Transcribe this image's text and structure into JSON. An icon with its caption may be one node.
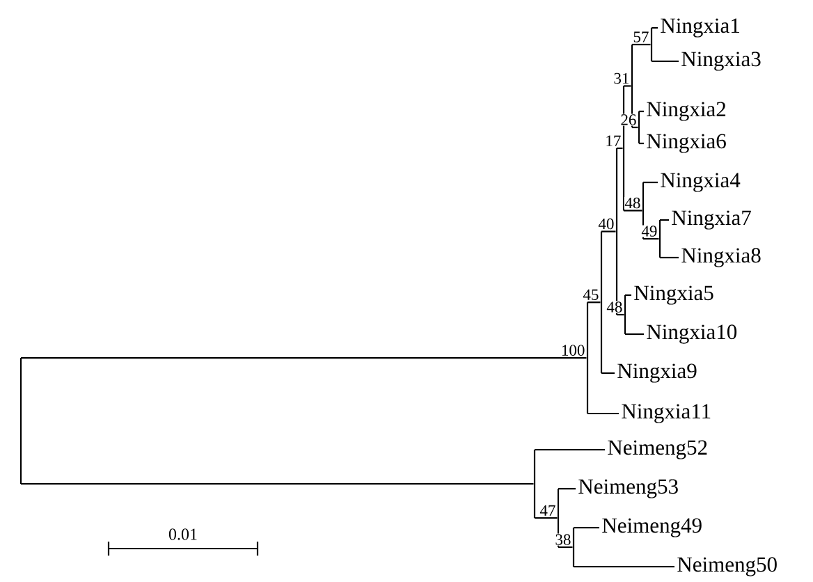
{
  "diagram": {
    "nodes": [
      {
        "text": [],
        "shape": "bar"
      },
      {
        "text": [],
        "shape": "bar",
        "beside": [
          "100"
        ]
      },
      {
        "text": [],
        "shape": "bar",
        "beside": [
          "45"
        ]
      },
      {
        "text": [],
        "shape": "bar",
        "beside": [
          "40"
        ]
      },
      {
        "text": [],
        "shape": "bar",
        "beside": [
          "17"
        ]
      },
      {
        "text": [],
        "shape": "bar",
        "beside": [
          "31"
        ]
      },
      {
        "text": [],
        "shape": "bar",
        "beside": [
          "57"
        ]
      },
      {
        "text": [
          "Ningxia1"
        ]
      },
      {
        "text": [
          "Ningxia3"
        ]
      },
      {
        "text": [],
        "shape": "bar",
        "beside": [
          "26"
        ]
      },
      {
        "text": [
          "Ningxia2"
        ]
      },
      {
        "text": [
          "Ningxia6"
        ]
      },
      {
        "text": [],
        "shape": "bar",
        "beside": [
          "48"
        ]
      },
      {
        "text": [
          "Ningxia4"
        ]
      },
      {
        "text": [],
        "shape": "bar",
        "beside": [
          "49"
        ]
      },
      {
        "text": [
          "Ningxia7"
        ]
      },
      {
        "text": [
          "Ningxia8"
        ]
      },
      {
        "text": [],
        "shape": "bar",
        "beside": [
          "48"
        ]
      },
      {
        "text": [
          "Ningxia5"
        ]
      },
      {
        "text": [
          "Ningxia10"
        ]
      },
      {
        "text": [
          "Ningxia9"
        ]
      },
      {
        "text": [
          "Ningxia11"
        ]
      },
      {
        "text": [],
        "shape": "bar"
      },
      {
        "text": [
          "Neimeng52"
        ]
      },
      {
        "text": [],
        "shape": "bar",
        "beside": [
          "47"
        ]
      },
      {
        "text": [
          "Neimeng53"
        ]
      },
      {
        "text": [],
        "shape": "bar",
        "beside": [
          "38"
        ]
      },
      {
        "text": [
          "Neimeng49"
        ]
      },
      {
        "text": [
          "Neimeng50"
        ]
      }
    ],
    "edges": [
      {
        "from": 0,
        "to": 1,
        "arrow": "none"
      },
      {
        "from": 1,
        "to": 2,
        "arrow": "none"
      },
      {
        "from": 2,
        "to": 3,
        "arrow": "none"
      },
      {
        "from": 3,
        "to": 4,
        "arrow": "none"
      },
      {
        "from": 4,
        "to": 5,
        "arrow": "none"
      },
      {
        "from": 5,
        "to": 6,
        "arrow": "none"
      },
      {
        "from": 6,
        "to": 7,
        "arrow": "none"
      },
      {
        "from": 6,
        "to": 8,
        "arrow": "none"
      },
      {
        "from": 5,
        "to": 9,
        "arrow": "none"
      },
      {
        "from": 9,
        "to": 10,
        "arrow": "none"
      },
      {
        "from": 9,
        "to": 11,
        "arrow": "none"
      },
      {
        "from": 4,
        "to": 12,
        "arrow": "none"
      },
      {
        "from": 12,
        "to": 13,
        "arrow": "none"
      },
      {
        "from": 12,
        "to": 14,
        "arrow": "none"
      },
      {
        "from": 14,
        "to": 15,
        "arrow": "none"
      },
      {
        "from": 14,
        "to": 16,
        "arrow": "none"
      },
      {
        "from": 3,
        "to": 17,
        "arrow": "none"
      },
      {
        "from": 17,
        "to": 18,
        "arrow": "none"
      },
      {
        "from": 17,
        "to": 19,
        "arrow": "none"
      },
      {
        "from": 2,
        "to": 20,
        "arrow": "none"
      },
      {
        "from": 1,
        "to": 21,
        "arrow": "none"
      },
      {
        "from": 0,
        "to": 22,
        "arrow": "none"
      },
      {
        "from": 22,
        "to": 23,
        "arrow": "none"
      },
      {
        "from": 22,
        "to": 24,
        "arrow": "none"
      },
      {
        "from": 24,
        "to": 25,
        "arrow": "none"
      },
      {
        "from": 24,
        "to": 26,
        "arrow": "none"
      },
      {
        "from": 26,
        "to": 27,
        "arrow": "none"
      },
      {
        "from": 26,
        "to": 28,
        "arrow": "none"
      }
    ],
    "labels": [
      "0.01"
    ]
  }
}
